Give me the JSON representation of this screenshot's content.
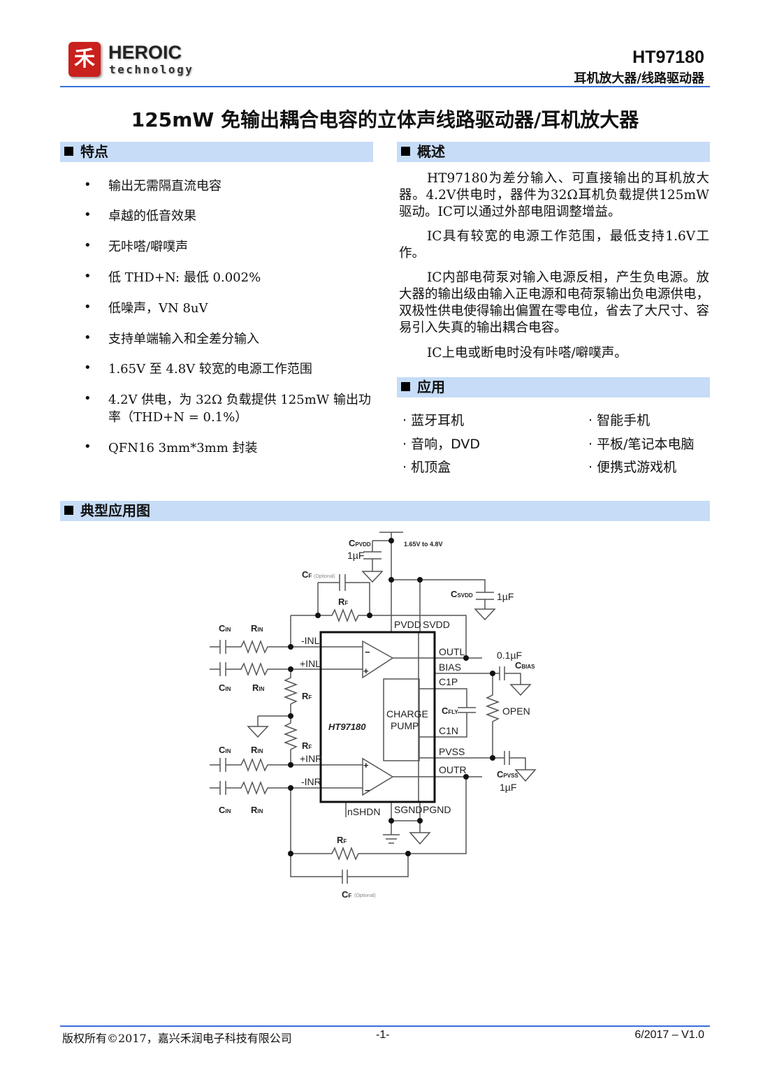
{
  "header": {
    "logo_char": "禾",
    "logo_name": "HEROIC",
    "logo_sub": "technology",
    "part_number": "HT97180",
    "part_desc": "耳机放大器/线路驱动器"
  },
  "title": "125mW 免输出耦合电容的立体声线路驱动器/耳机放大器",
  "features": {
    "heading": "特点",
    "bullet": "•",
    "items": [
      "输出无需隔直流电容",
      "卓越的低音效果",
      "无咔嗒/噼噗声",
      "低 THD+N:  最低 0.002%",
      "低噪声，VN 8uV",
      "支持单端输入和全差分输入",
      "1.65V 至 4.8V 较宽的电源工作范围",
      "4.2V 供电，为 32Ω 负载提供 125mW 输出功率（THD+N = 0.1%）",
      "QFN16 3mm*3mm 封装"
    ]
  },
  "overview": {
    "heading": "概述",
    "paragraphs": [
      "HT97180为差分输入、可直接输出的耳机放大器。4.2V供电时，器件为32Ω耳机负载提供125mW驱动。IC可以通过外部电阻调整增益。",
      "IC具有较宽的电源工作范围，最低支持1.6V工作。",
      "IC内部电荷泵对输入电源反相，产生负电源。放大器的输出级由输入正电源和电荷泵输出负电源供电，双极性供电使得输出偏置在零电位，省去了大尺寸、容易引入失真的输出耦合电容。",
      "IC上电或断电时没有咔嗒/噼噗声。"
    ]
  },
  "applications": {
    "heading": "应用",
    "items": [
      "蓝牙耳机",
      "智能手机",
      "音响，DVD",
      "平板/笔记本电脑",
      "机顶盒",
      "便携式游戏机"
    ]
  },
  "typical": {
    "heading": "典型应用图"
  },
  "schematic": {
    "chip": "HT97180",
    "supply": "1.65V to 4.8V",
    "cpvdd": "C",
    "cpvdd_sub": "PVDD",
    "cpvdd_val": "1µF",
    "cf": "C",
    "cf_sub": "F",
    "optional": "(Optional)",
    "rf": "R",
    "rf_sub": "F",
    "csvdd": "C",
    "csvdd_sub": "SVDD",
    "csvdd_val": "1µF",
    "cin": "C",
    "cin_sub": "IN",
    "rin": "R",
    "rin_sub": "IN",
    "pvdd": "PVDD",
    "svdd": "SVDD",
    "inl_n": "-INL",
    "inl_p": "+INL",
    "outl": "OUTL",
    "bias": "BIAS",
    "c1p": "C1P",
    "c1n": "C1N",
    "pvss": "PVSS",
    "outr": "OUTR",
    "inr_p": "+INR",
    "inr_n": "-INR",
    "nshdn": "nSHDN",
    "sgnd": "SGND",
    "pgnd": "PGND",
    "cp1": "CHARGE",
    "cp2": "PUMP",
    "cbias_val": "0.1µF",
    "cbias_sub": "BIAS",
    "cfly_sub": "FLY",
    "open": "OPEN",
    "cpvss_sub": "PVSS",
    "cpvss_val": "1µF",
    "minus": "−",
    "plus": "+"
  },
  "footer": {
    "copyright": "版权所有©2017，嘉兴禾润电子科技有限公司",
    "page": "-1-",
    "version": "6/2017 – V1.0"
  }
}
